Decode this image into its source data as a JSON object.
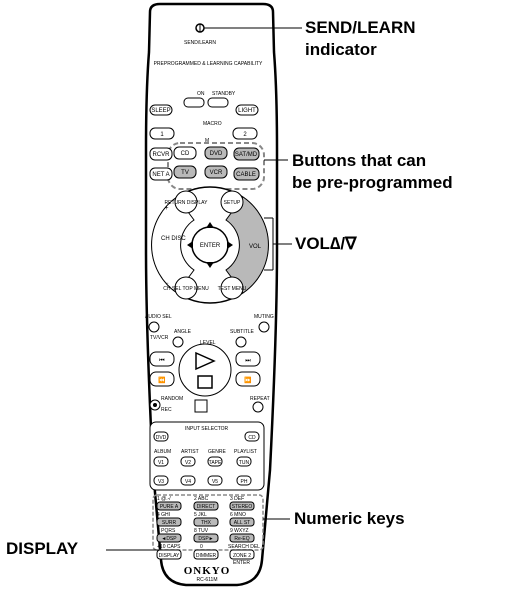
{
  "callouts": {
    "send_learn_line1": "SEND/LEARN",
    "send_learn_line2": "indicator",
    "preprog_line1": "Buttons that can",
    "preprog_line2": "be pre-programmed",
    "vol": "VOL∆/∇",
    "numeric": "Numeric keys",
    "display": "DISPLAY"
  },
  "remote": {
    "send_learn": "SEND/LEARN",
    "capability": "PREPROGRAMMED & LEARNING CAPABILITY",
    "on": "ON",
    "standby": "STANDBY",
    "sleep": "SLEEP",
    "light": "LIGHT",
    "macro": "MACRO",
    "macro_1": "1",
    "macro_2": "2",
    "m": "M",
    "row1": [
      "RCVR",
      "CD",
      "DVD",
      "SAT/MD"
    ],
    "row2": [
      "NET A",
      "TV",
      "VCR",
      "CABLE"
    ],
    "return_display": "RETURN DISPLAY",
    "setup": "SETUP",
    "ch_disc": "CH DISC",
    "enter": "ENTER",
    "vol": "VOL",
    "ch_sel": "CH SEL TOP MENU",
    "test_menu": "TEST MENU",
    "audio_sel": "AUDIO SEL",
    "angle": "ANGLE",
    "subtitle": "SUBTITLE",
    "muting": "MUTING",
    "tv_vcr": "TV/VCR",
    "level": "LEVEL",
    "random": "RANDOM",
    "repeat": "REPEAT",
    "rec": "REC",
    "input_selector": "INPUT SELECTOR",
    "input_dvd": "DVD",
    "input_cd": "CD",
    "row_labels": [
      "ALBUM",
      "ARTIST",
      "GENRE",
      "PLAYLIST"
    ],
    "input_row1": [
      "V1",
      "V2",
      "TAPE",
      "TUN"
    ],
    "input_row2": [
      "V3",
      "V4",
      "V5",
      "PH"
    ],
    "num_labels1": [
      "1 @.-/",
      "2 ABC",
      "3 DEF"
    ],
    "num_btn1": [
      "PURE A",
      "DIRECT",
      "STEREO"
    ],
    "num_labels2": [
      "4 GHI",
      "5 JKL",
      "6 MNO"
    ],
    "num_btn2": [
      "SURR",
      "THX",
      "ALL ST"
    ],
    "num_labels3": [
      "7 PQRS",
      "8 TUV",
      "9 WXYZ"
    ],
    "num_btn3": [
      "◄DSP",
      "DSP►",
      "Re-EQ"
    ],
    "num_labels4": [
      "+10 CAPS",
      "0",
      "SEARCH DEL"
    ],
    "display_btn": "DISPLAY",
    "dimmer": "DIMMER",
    "zone2": "ZONE 2",
    "enter_label": "ENTER",
    "brand": "ONKYO",
    "model": "RC-611M"
  },
  "colors": {
    "ink": "#000000",
    "body": "#ffffff",
    "gray_key": "#b9b9b9",
    "dark_gray": "#8a8a8a"
  }
}
